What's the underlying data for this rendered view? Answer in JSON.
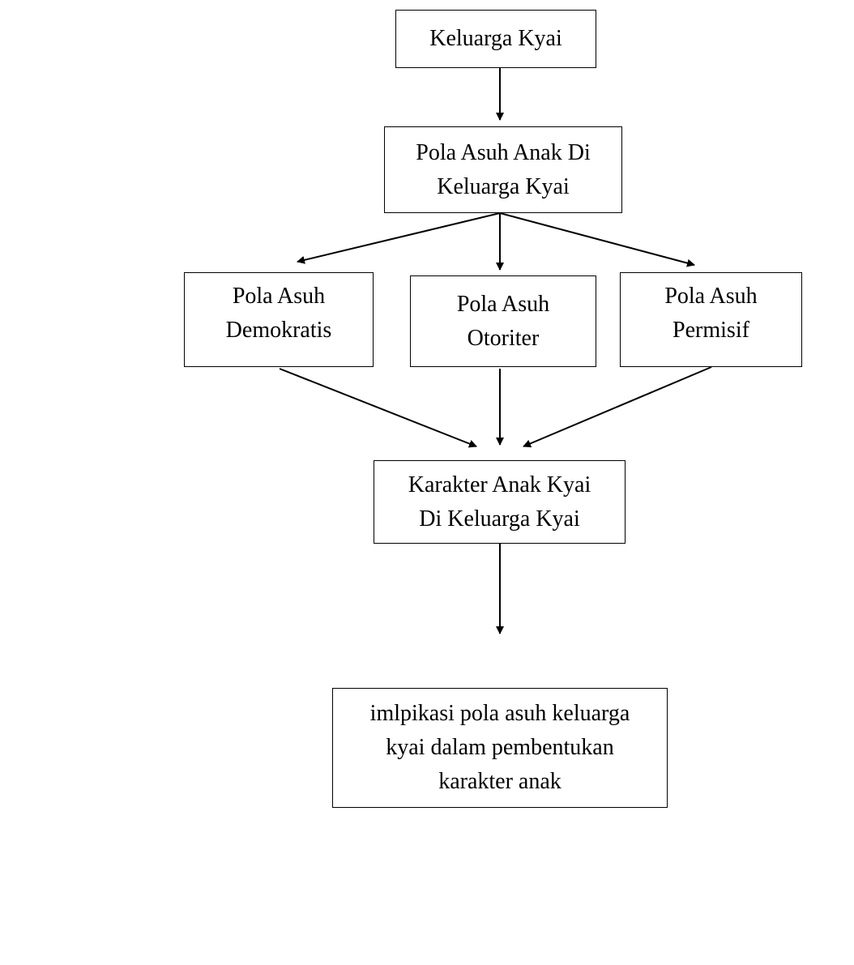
{
  "nodes": {
    "root": "Keluarga Kyai",
    "pola_asuh": [
      "Pola Asuh Anak Di",
      "Keluarga Kyai"
    ],
    "demokratis": [
      "Pola Asuh",
      "Demokratis"
    ],
    "otoriter": [
      "Pola Asuh",
      "Otoriter"
    ],
    "permisif": [
      "Pola Asuh",
      "Permisif"
    ],
    "karakter": [
      "Karakter Anak Kyai",
      "Di Keluarga Kyai"
    ],
    "implikasi": [
      "imlpikasi pola asuh keluarga",
      "kyai dalam pembentukan",
      "karakter anak"
    ]
  },
  "edges": [
    {
      "from": "Keluarga Kyai",
      "to": "Pola Asuh Anak Di Keluarga Kyai"
    },
    {
      "from": "Pola Asuh Anak Di Keluarga Kyai",
      "to": "Pola Asuh Demokratis"
    },
    {
      "from": "Pola Asuh Anak Di Keluarga Kyai",
      "to": "Pola Asuh Otoriter"
    },
    {
      "from": "Pola Asuh Anak Di Keluarga Kyai",
      "to": "Pola Asuh Permisif"
    },
    {
      "from": "Pola Asuh Demokratis",
      "to": "Karakter Anak Kyai Di Keluarga Kyai"
    },
    {
      "from": "Pola Asuh Otoriter",
      "to": "Karakter Anak Kyai Di Keluarga Kyai"
    },
    {
      "from": "Pola Asuh Permisif",
      "to": "Karakter Anak Kyai Di Keluarga Kyai"
    },
    {
      "from": "Karakter Anak Kyai Di Keluarga Kyai",
      "to": "imlpikasi pola asuh keluarga kyai dalam pembentukan karakter anak"
    }
  ],
  "colors": {
    "line": "#000000",
    "box_border": "#000000",
    "background": "#ffffff"
  }
}
